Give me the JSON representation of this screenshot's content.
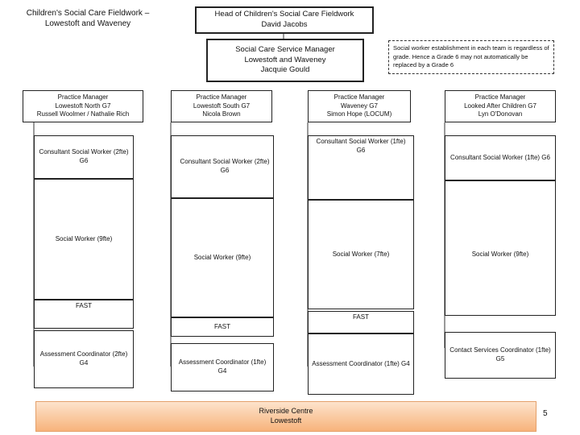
{
  "title": {
    "line1": "Children's Social Care Fieldwork –",
    "line2": "Lowestoft and Waveney"
  },
  "head": {
    "line1": "Head of Children's Social Care Fieldwork",
    "line2": "David Jacobs"
  },
  "service_manager": {
    "line1": "Social Care Service Manager",
    "line2": "Lowestoft and Waveney",
    "line3": "Jacquie Gould"
  },
  "note": {
    "text": "Social worker establishment in each team is regardless of grade.  Hence a Grade 6 may not automatically be replaced by a Grade 6"
  },
  "teams": [
    {
      "manager": {
        "line1": "Practice Manager",
        "line2": "Lowestoft North G7",
        "line3": "Russell Woolmer / Nathalie Rich"
      },
      "consultant": "Consultant Social Worker (2fte) G6",
      "social_worker": "Social Worker (9fte)",
      "fast": "FAST",
      "coordinator": "Assessment Coordinator (2fte) G4"
    },
    {
      "manager": {
        "line1": "Practice Manager",
        "line2": "Lowestoft South G7",
        "line3": "Nicola Brown"
      },
      "consultant": "Consultant Social Worker (2fte) G6",
      "social_worker": "Social Worker (9fte)",
      "fast": "FAST",
      "coordinator": "Assessment Coordinator (1fte) G4"
    },
    {
      "manager": {
        "line1": "Practice Manager",
        "line2": "Waveney G7",
        "line3": "Simon Hope (LOCUM)"
      },
      "consultant": "Consultant Social Worker (1fte) G6",
      "social_worker": "Social Worker (7fte)",
      "fast": "FAST",
      "coordinator": "Assessment Coordinator (1fte) G4"
    },
    {
      "manager": {
        "line1": "Practice Manager",
        "line2": "Looked After Children G7",
        "line3": "Lyn O'Donovan"
      },
      "consultant": "Consultant Social Worker (1fte) G6",
      "social_worker": "Social Worker (9fte)",
      "coordinator": "Contact Services Coordinator (1fte) G5"
    }
  ],
  "footer": {
    "line1": "Riverside Centre",
    "line2": "Lowestoft"
  },
  "page_number": "5"
}
